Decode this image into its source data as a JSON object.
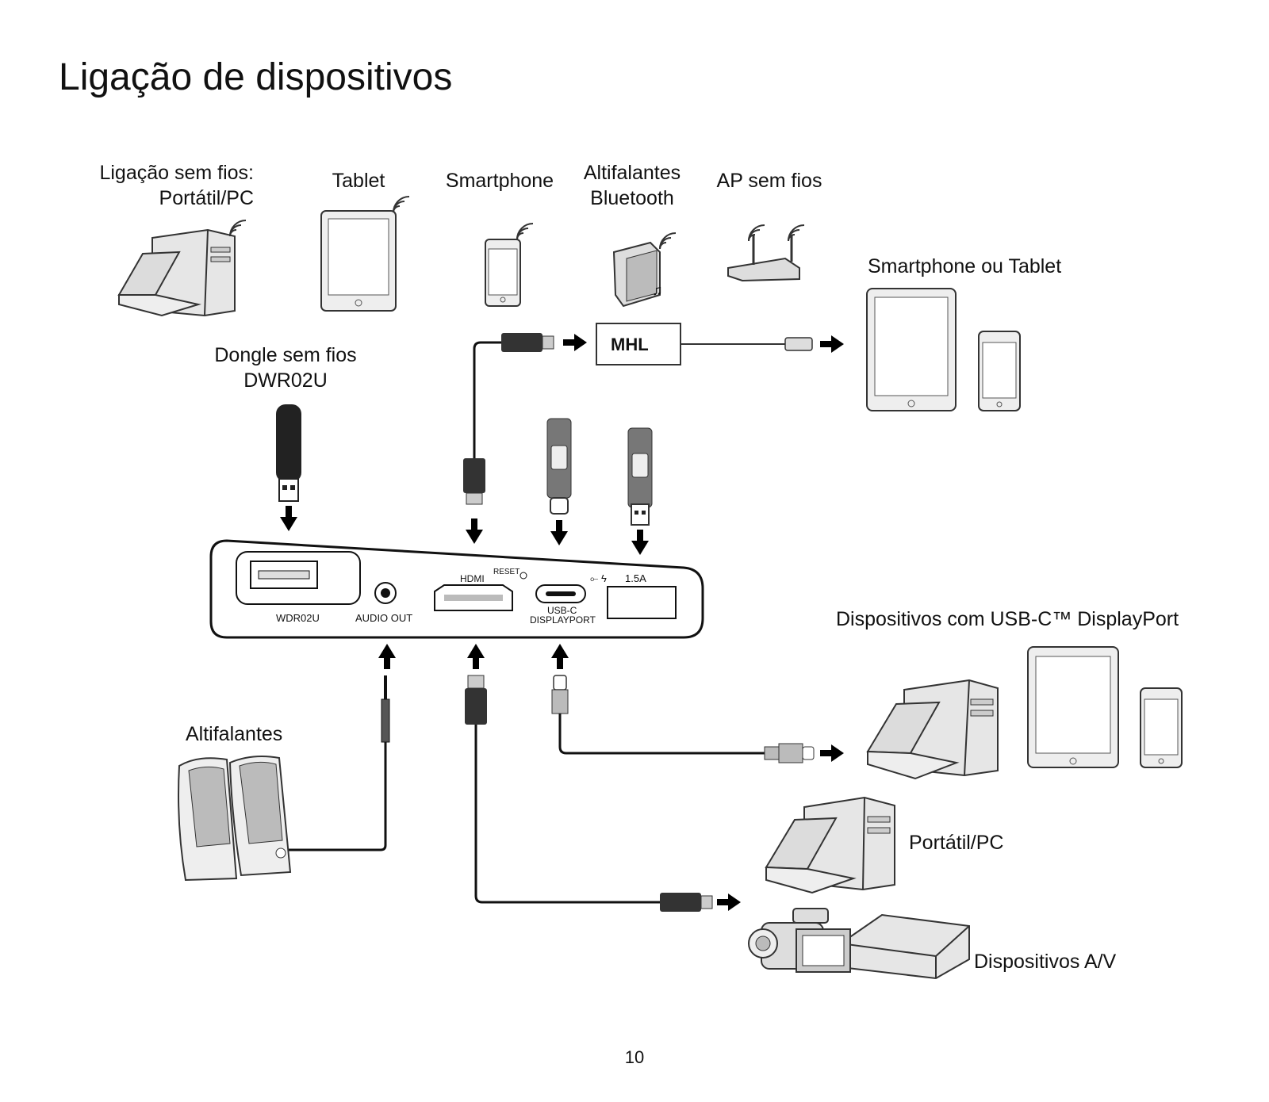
{
  "page": {
    "title": "Ligação de dispositivos",
    "page_number": "10"
  },
  "labels": {
    "wireless_line1": "Ligação sem fios:",
    "wireless_line2": "Portátil/PC",
    "tablet": "Tablet",
    "smartphone": "Smartphone",
    "bt_speakers_line1": "Altifalantes",
    "bt_speakers_line2": "Bluetooth",
    "wireless_ap": "AP sem fios",
    "smartphone_or_tablet": "Smartphone ou Tablet",
    "dongle_line1": "Dongle sem fios",
    "dongle_line2": "DWR02U",
    "speakers": "Altifalantes",
    "usbc_devices": "Dispositivos com USB-C™ DisplayPort",
    "laptop_pc": "Portátil/PC",
    "av_devices": "Dispositivos A/V"
  },
  "device_ports": {
    "wdr02u": "WDR02U",
    "audio_out": "AUDIO OUT",
    "hdmi": "HDMI",
    "reset": "RESET",
    "usbc_line1": "USB-C",
    "usbc_line2": "DISPLAYPORT",
    "usb_power": "1.5A"
  },
  "mhl_label": "MHL"
}
